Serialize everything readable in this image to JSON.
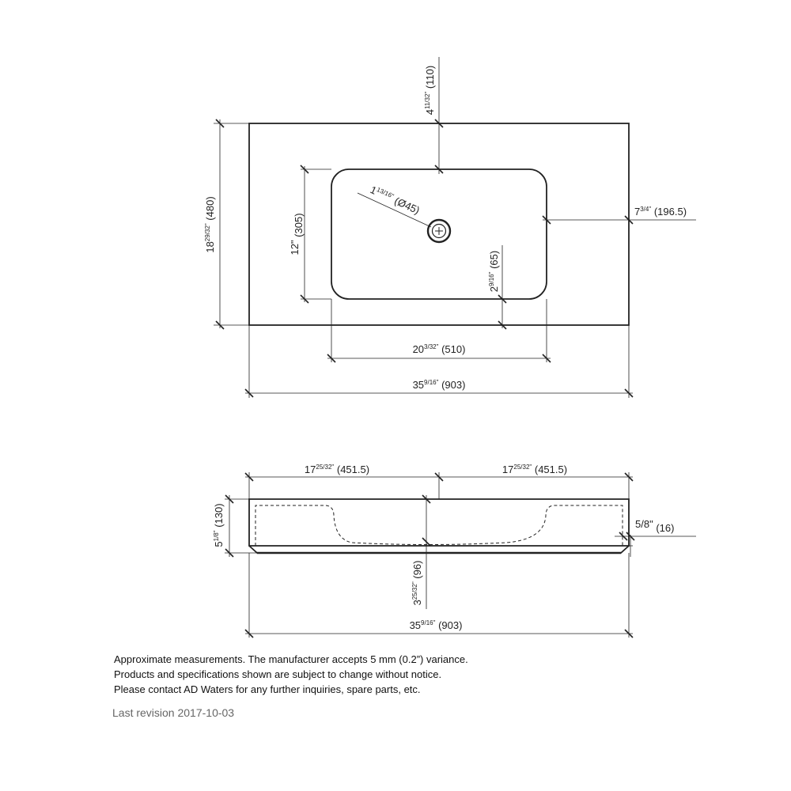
{
  "top_view": {
    "overall_width": {
      "main": "35",
      "frac": "9/16\"",
      "mm": "(903)"
    },
    "overall_depth": {
      "main": "18",
      "frac": "29/32\"",
      "mm": "(480)"
    },
    "bowl_width": {
      "main": "20",
      "frac": "3/32\"",
      "mm": "(510)"
    },
    "bowl_depth": {
      "main": "12\"",
      "frac": "",
      "mm": "(305)"
    },
    "front_offset": {
      "main": "4",
      "frac": "11/32\"",
      "mm": "(110)"
    },
    "side_offset": {
      "main": "7",
      "frac": "3/4\"",
      "mm": "(196.5)"
    },
    "drain_diameter": {
      "main": "1",
      "frac": "13/16\"",
      "mm": "(Ø45)"
    },
    "rear_offset": {
      "main": "2",
      "frac": "9/16\"",
      "mm": "(65)"
    }
  },
  "side_view": {
    "half_left": {
      "main": "17",
      "frac": "25/32\"",
      "mm": "(451.5)"
    },
    "half_right": {
      "main": "17",
      "frac": "25/32\"",
      "mm": "(451.5)"
    },
    "height": {
      "main": "5",
      "frac": "1/8\"",
      "mm": "(130)"
    },
    "slab_thickness": {
      "main": "5/8\"",
      "frac": "",
      "mm": "(16)"
    },
    "bowl_depth": {
      "main": "3",
      "frac": "25/32\"",
      "mm": "(96)"
    },
    "overall_width": {
      "main": "35",
      "frac": "9/16\"",
      "mm": "(903)"
    }
  },
  "notes": [
    "Approximate measurements. The manufacturer accepts 5 mm (0.2”) variance.",
    "Products and specifications shown are subject to change without notice.",
    "Please contact AD Waters for any further inquiries, spare parts, etc."
  ],
  "revision": "Last revision 2017-10-03"
}
